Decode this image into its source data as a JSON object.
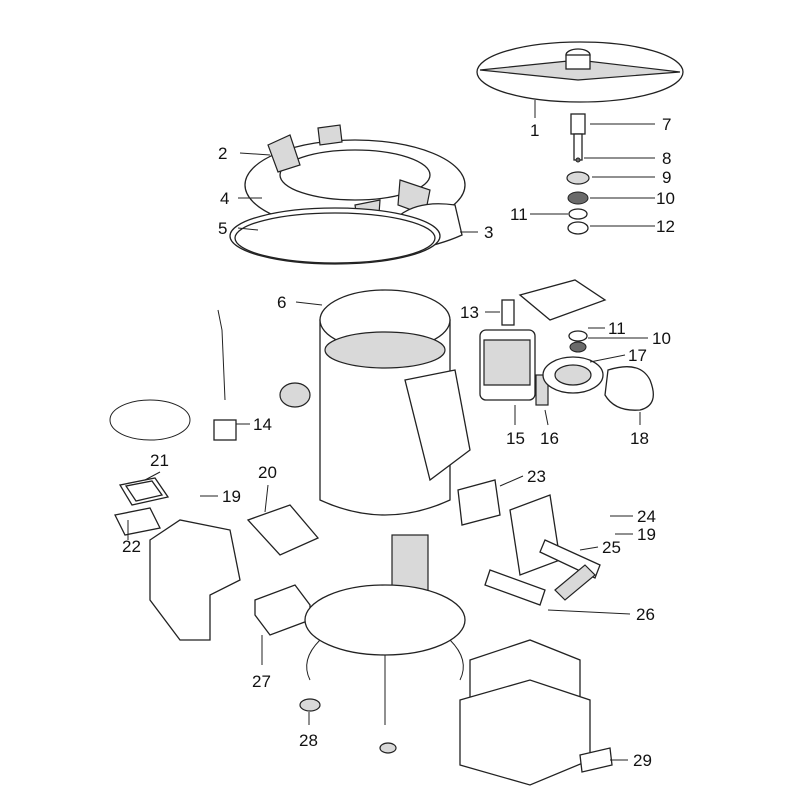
{
  "diagram": {
    "title": "Exploded parts view",
    "callouts": [
      "1",
      "2",
      "3",
      "4",
      "5",
      "6",
      "7",
      "8",
      "9",
      "10",
      "11",
      "12",
      "13",
      "11",
      "10",
      "17",
      "14",
      "15",
      "16",
      "18",
      "21",
      "20",
      "19",
      "23",
      "24",
      "19",
      "25",
      "22",
      "26",
      "27",
      "28",
      "29"
    ]
  }
}
